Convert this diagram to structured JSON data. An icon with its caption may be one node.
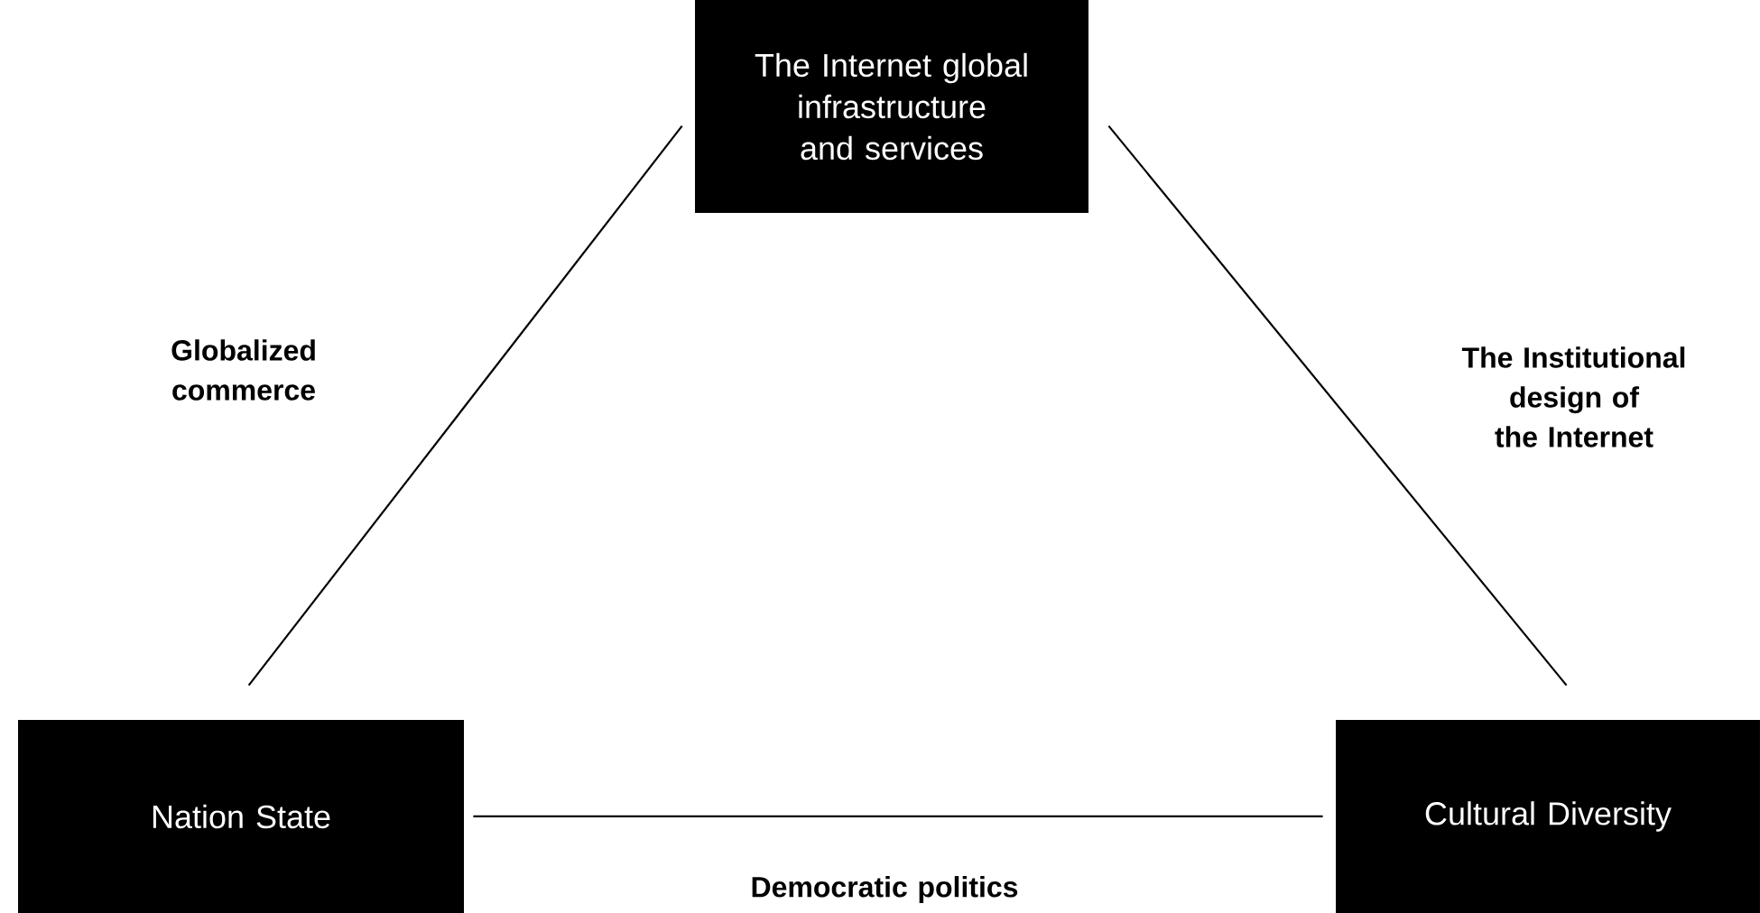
{
  "diagram": {
    "nodes": [
      {
        "text": [
          "The Internet global infrastructure and services"
        ]
      },
      {
        "text": [
          "Nation State"
        ]
      },
      {
        "text": [
          "Cultural Diversity"
        ]
      }
    ],
    "edges": [
      {
        "from": 0,
        "to": 1,
        "arrow": "none",
        "label": "Globalized commerce"
      },
      {
        "from": 0,
        "to": 2,
        "arrow": "none",
        "label": "The Institutional design of the Internet"
      },
      {
        "from": 1,
        "to": 2,
        "arrow": "none",
        "label": "Democratic politics"
      }
    ]
  }
}
